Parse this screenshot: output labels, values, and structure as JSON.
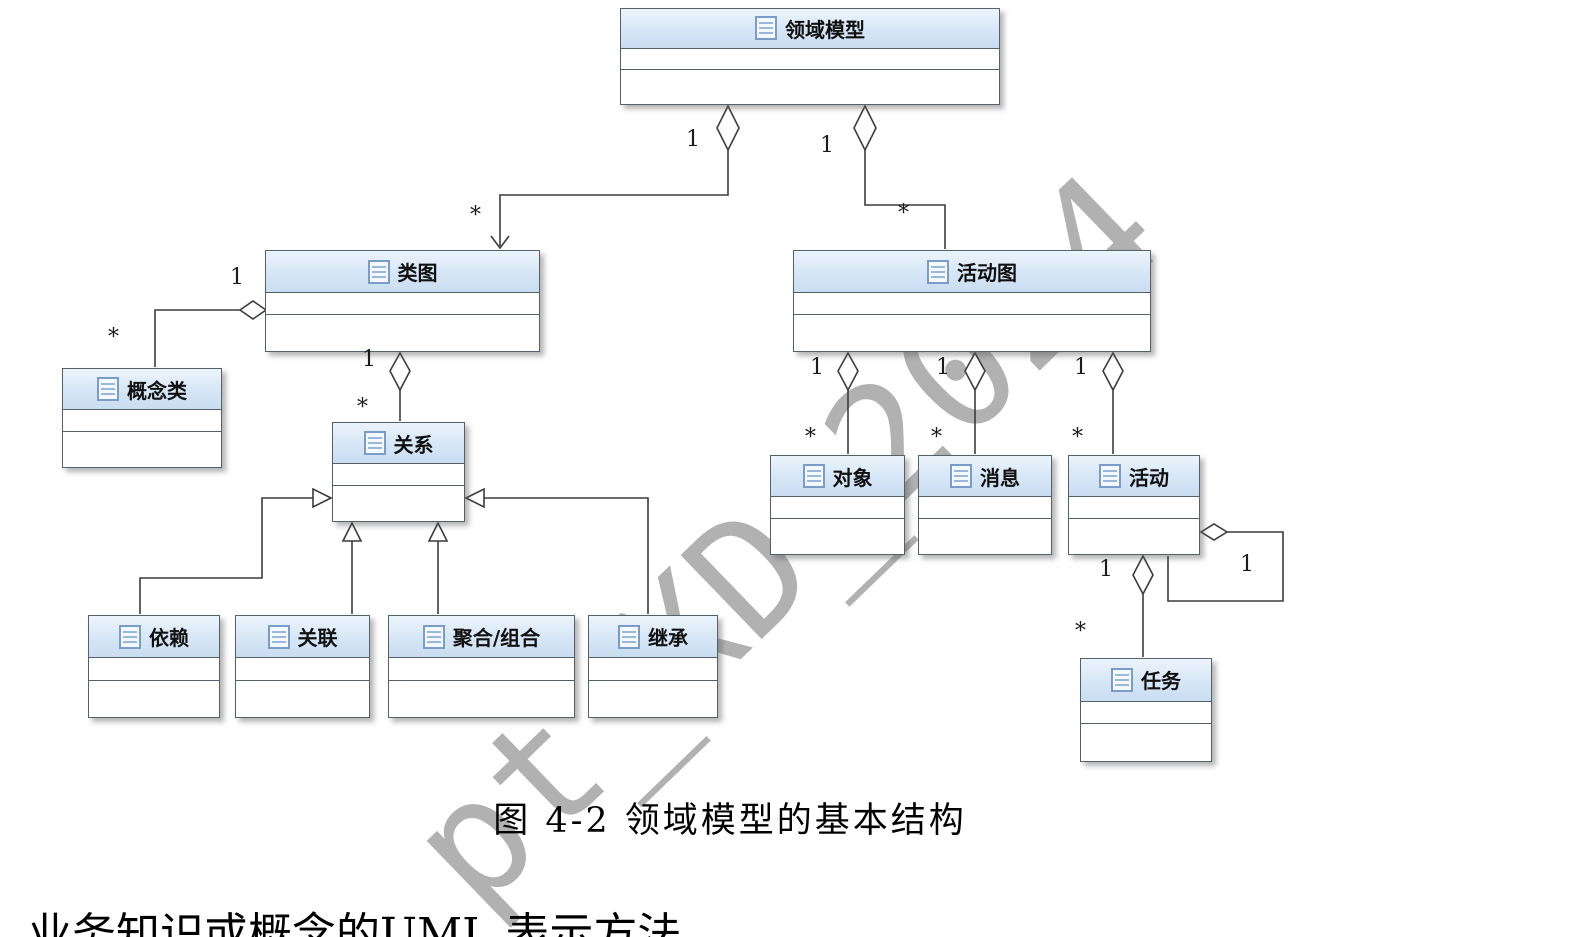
{
  "figure": {
    "caption": "图 4-2 领域模型的基本结构",
    "body_text": "业务知识或概念的UML 表示方法",
    "watermark": "pt_XD_2024"
  },
  "classes": [
    {
      "name": "领域模型"
    },
    {
      "name": "类图"
    },
    {
      "name": "活动图"
    },
    {
      "name": "概念类"
    },
    {
      "name": "关系"
    },
    {
      "name": "依赖"
    },
    {
      "name": "关联"
    },
    {
      "name": "聚合/组合"
    },
    {
      "name": "继承"
    },
    {
      "name": "对象"
    },
    {
      "name": "消息"
    },
    {
      "name": "活动"
    },
    {
      "name": "任务"
    }
  ],
  "labels": [
    {
      "text": "1"
    },
    {
      "text": "1"
    },
    {
      "text": "*"
    },
    {
      "text": "*"
    },
    {
      "text": "1"
    },
    {
      "text": "*"
    },
    {
      "text": "1"
    },
    {
      "text": "*"
    },
    {
      "text": "1"
    },
    {
      "text": "*"
    },
    {
      "text": "1"
    },
    {
      "text": "*"
    },
    {
      "text": "1"
    },
    {
      "text": "*"
    },
    {
      "text": "1"
    },
    {
      "text": "1"
    },
    {
      "text": "*"
    }
  ],
  "relations": [
    {
      "from": "领域模型",
      "to": "类图",
      "type": "aggregation",
      "from_mult": "1",
      "to_mult": "*"
    },
    {
      "from": "领域模型",
      "to": "活动图",
      "type": "aggregation",
      "from_mult": "1",
      "to_mult": "*"
    },
    {
      "from": "类图",
      "to": "概念类",
      "type": "aggregation",
      "from_mult": "1",
      "to_mult": "*"
    },
    {
      "from": "类图",
      "to": "关系",
      "type": "aggregation",
      "from_mult": "1",
      "to_mult": "*"
    },
    {
      "from": "依赖",
      "to": "关系",
      "type": "generalization"
    },
    {
      "from": "关联",
      "to": "关系",
      "type": "generalization"
    },
    {
      "from": "聚合/组合",
      "to": "关系",
      "type": "generalization"
    },
    {
      "from": "继承",
      "to": "关系",
      "type": "generalization"
    },
    {
      "from": "活动图",
      "to": "对象",
      "type": "aggregation",
      "from_mult": "1",
      "to_mult": "*"
    },
    {
      "from": "活动图",
      "to": "消息",
      "type": "aggregation",
      "from_mult": "1",
      "to_mult": "*"
    },
    {
      "from": "活动图",
      "to": "活动",
      "type": "aggregation",
      "from_mult": "1",
      "to_mult": "*"
    },
    {
      "from": "活动",
      "to": "活动",
      "type": "self-aggregation",
      "mult": "1"
    },
    {
      "from": "活动",
      "to": "任务",
      "type": "aggregation",
      "from_mult": "1",
      "to_mult": "*"
    }
  ]
}
